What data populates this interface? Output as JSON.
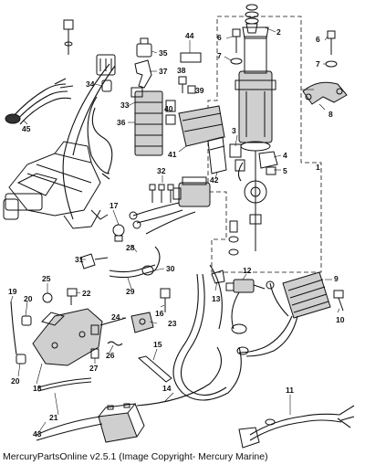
{
  "caption": "MercuryPartsOnline v2.5.1 (Image Copyright- Mercury Marine)",
  "callouts": [
    "1",
    "2",
    "3",
    "4",
    "5",
    "6",
    "7",
    "8",
    "9",
    "10",
    "11",
    "12",
    "13",
    "14",
    "15",
    "16",
    "17",
    "18",
    "19",
    "20",
    "21",
    "22",
    "23",
    "24",
    "25",
    "26",
    "27",
    "28",
    "29",
    "30",
    "31",
    "32",
    "33",
    "34",
    "35",
    "36",
    "37",
    "38",
    "39",
    "40",
    "41",
    "42",
    "43",
    "44",
    "45"
  ]
}
